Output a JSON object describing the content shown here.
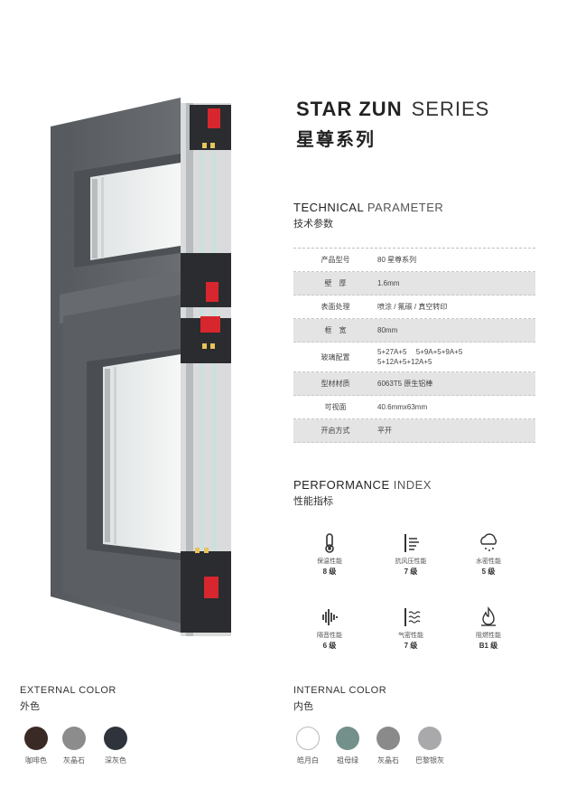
{
  "title": {
    "en_strong": "STAR ZUN",
    "en_light": "SERIES",
    "cn": "星尊系列"
  },
  "technical": {
    "heading_dark": "TECHNICAL",
    "heading_light": "PARAMETER",
    "heading_cn": "技术参数",
    "rows": [
      {
        "key": "产品型号",
        "value": "80 星尊系列",
        "shaded": false
      },
      {
        "key": "壁　厚",
        "value": "1.6mm",
        "shaded": true
      },
      {
        "key": "表面处理",
        "value": "喷涂 / 氟碳 / 真空转印",
        "shaded": false
      },
      {
        "key": "框　宽",
        "value": "80mm",
        "shaded": true
      },
      {
        "key": "玻璃配置",
        "value": "5+27A+5　 5+9A+5+9A+5",
        "value2": "5+12A+5+12A+5",
        "shaded": false
      },
      {
        "key": "型材材质",
        "value": "6063T5 原生铝棒",
        "shaded": true
      },
      {
        "key": "可视面",
        "value": "40.6mmx63mm",
        "shaded": false
      },
      {
        "key": "开启方式",
        "value": "平开",
        "shaded": true
      }
    ]
  },
  "performance": {
    "heading_dark": "PERFORMANCE",
    "heading_light": "INDEX",
    "heading_cn": "性能指标",
    "items": [
      {
        "icon": "thermometer-icon",
        "label": "保温性能",
        "level": "8 级"
      },
      {
        "icon": "wind-pressure-icon",
        "label": "抗风压性能",
        "level": "7 级"
      },
      {
        "icon": "water-tight-icon",
        "label": "水密性能",
        "level": "5 级"
      },
      {
        "icon": "sound-wave-icon",
        "label": "隔音性能",
        "level": "6 级"
      },
      {
        "icon": "air-tight-icon",
        "label": "气密性能",
        "level": "7 级"
      },
      {
        "icon": "flame-icon",
        "label": "阻燃性能",
        "level": "B1 级"
      }
    ]
  },
  "external_color": {
    "en": "EXTERNAL COLOR",
    "cn": "外色",
    "swatches": [
      {
        "name": "咖啡色",
        "color": "#3a2a26"
      },
      {
        "name": "灰晶石",
        "color": "#8c8c8c"
      },
      {
        "name": "深灰色",
        "color": "#2f333b"
      }
    ]
  },
  "internal_color": {
    "en": "INTERNAL COLOR",
    "cn": "内色",
    "swatches": [
      {
        "name": "皓月白",
        "color": "#ffffff"
      },
      {
        "name": "祖母绿",
        "color": "#74908a"
      },
      {
        "name": "灰晶石",
        "color": "#8a8a8a"
      },
      {
        "name": "巴黎银灰",
        "color": "#a9a9ab"
      }
    ]
  },
  "colors": {
    "frame": "#5f6368",
    "accent_red": "#d7262d"
  }
}
